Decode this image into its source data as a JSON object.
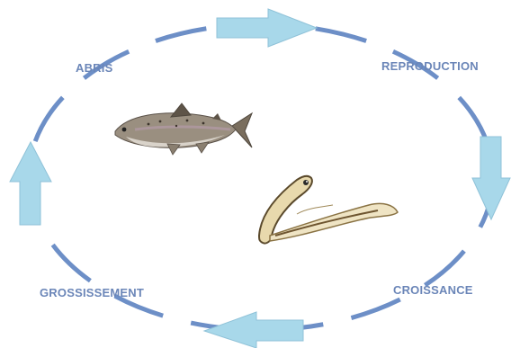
{
  "labels": {
    "abris": "ABRIS",
    "reproduction": "REPRODUCTION",
    "croissance": "CROISSANCE",
    "grossissement": "GROSSISSEMENT"
  },
  "colors": {
    "label": "#6b86b8",
    "ellipse_stroke": "#6d8fc7",
    "arrow_fill": "#a8d8ea",
    "arrow_stroke": "#8fc2d8"
  },
  "icons": {
    "adult_fish": "fish-icon",
    "larva": "larva-icon"
  }
}
